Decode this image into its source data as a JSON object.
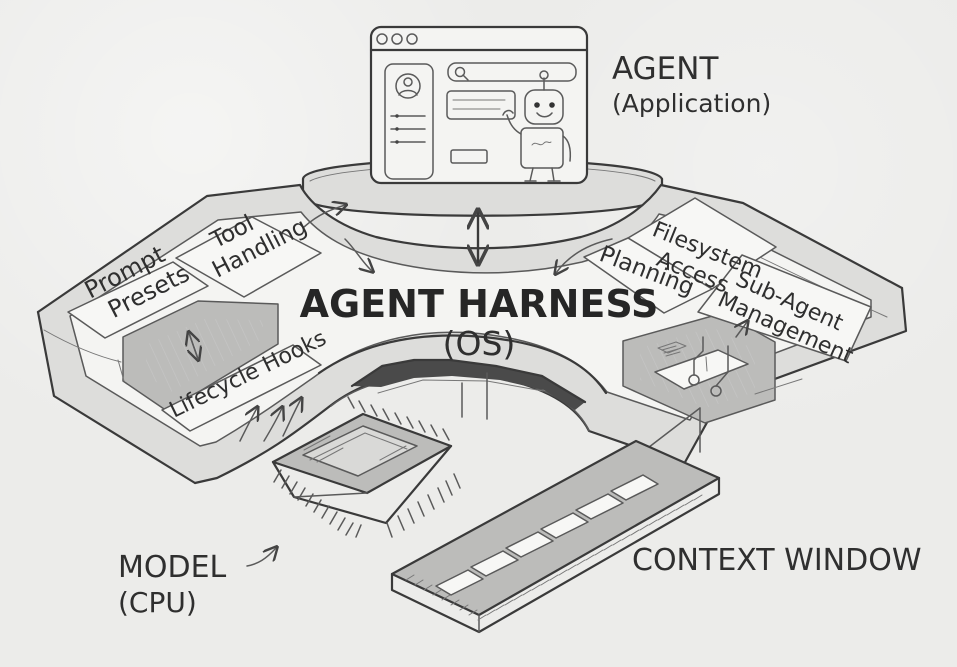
{
  "labels": {
    "agent": "AGENT",
    "agent_sub": "(Application)",
    "harness": "AGENT HARNESS",
    "harness_sub": "(OS)",
    "model": "MODEL",
    "model_sub": "(CPU)",
    "context": "CONTEXT WINDOW"
  },
  "modules": {
    "prompt_presets": [
      "Prompt",
      "Presets"
    ],
    "tool_handling": [
      "Tool",
      "Handling"
    ],
    "lifecycle_hooks": "Lifecycle Hooks",
    "filesystem_access": [
      "Filesystem",
      "Access"
    ],
    "planning": "Planning",
    "sub_agent_management": [
      "Sub-Agent",
      "Management"
    ]
  }
}
